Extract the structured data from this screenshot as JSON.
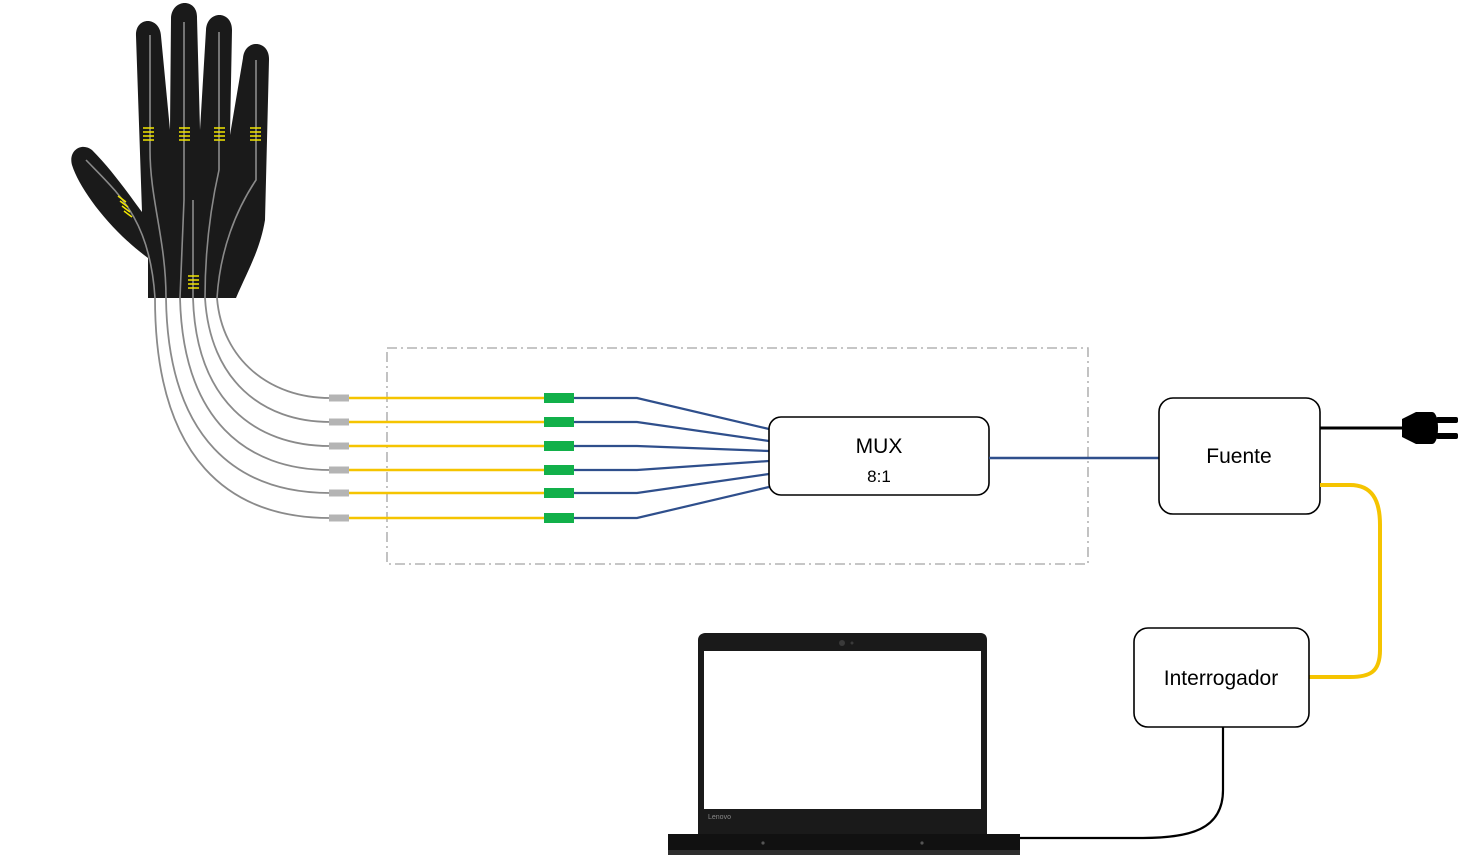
{
  "blocks": {
    "mux": {
      "label": "MUX",
      "ratio": "8:1"
    },
    "source": {
      "label": "Fuente"
    },
    "interrogator": {
      "label": "Interrogador"
    }
  },
  "laptop": {
    "brand": "Lenovo"
  },
  "fiber_channels": 6,
  "colors": {
    "glove": "#1a1a1a",
    "fbg_marker": "#f2e600",
    "sensing_fiber": "#8a8a8a",
    "fiber_connector": "#b4b4b4",
    "patch_fiber": "#f5c400",
    "green_connector": "#12b04a",
    "single_mode_fiber": "#2f4f8c",
    "enclosure_border": "#b4b4b4",
    "power_cable": "#000000"
  },
  "icons": [
    "glove-icon",
    "power-plug-icon",
    "laptop-icon"
  ]
}
